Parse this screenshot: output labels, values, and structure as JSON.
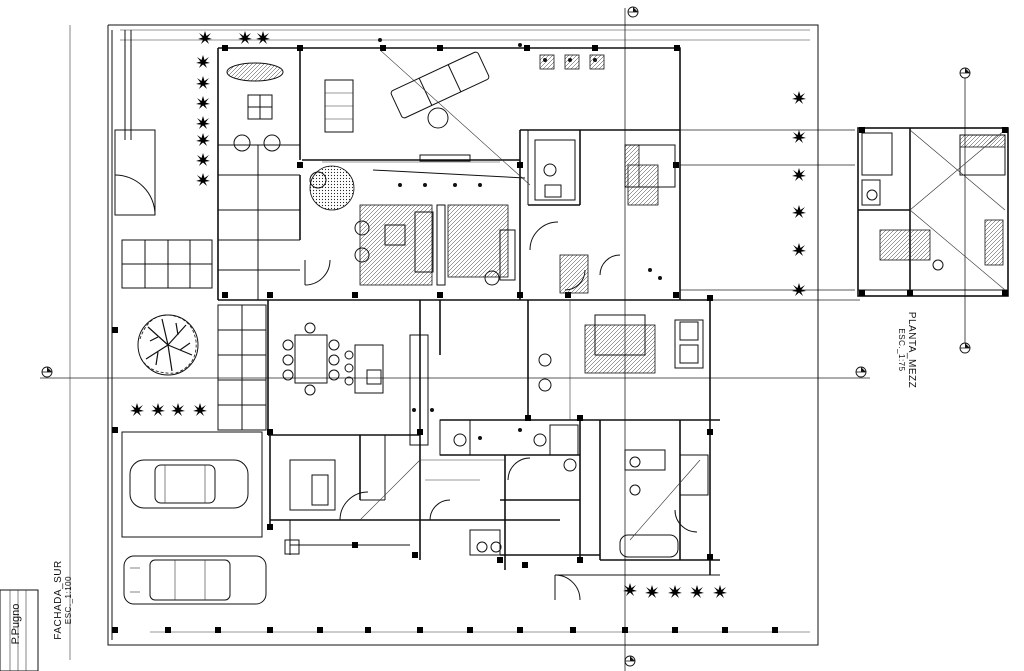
{
  "drawing": {
    "main_view_label": "FACHADA_SUR",
    "main_view_scale": "ESC._1:100",
    "mezz_label": "PLANTA_MEZZ",
    "mezz_scale": "ESC._1:75"
  },
  "title_block": {
    "company": "P.Pugno",
    "lines": [
      "",
      "",
      "",
      ""
    ]
  },
  "icons": {
    "section_marker": "section-marker-icon",
    "plant": "plant-icon",
    "tree": "tree-icon",
    "car": "car-icon",
    "sofa": "sofa-icon",
    "bed": "bed-icon"
  }
}
